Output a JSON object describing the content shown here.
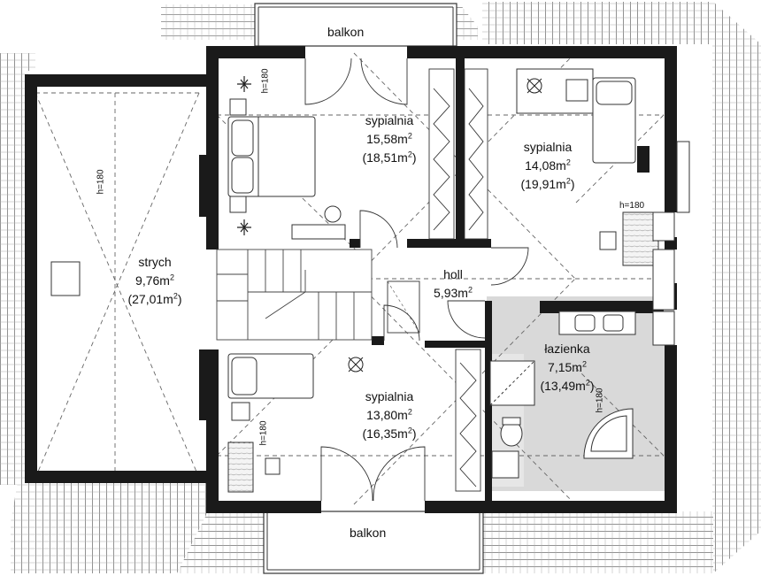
{
  "plan": {
    "rooms": [
      {
        "id": "strych",
        "name": "strych",
        "area": "9,76m",
        "total_area": "(27,01m",
        "suffix": ")"
      },
      {
        "id": "sypialnia-1",
        "name": "sypialnia",
        "area": "15,58m",
        "total_area": "(18,51m",
        "suffix": ")"
      },
      {
        "id": "sypialnia-2",
        "name": "sypialnia",
        "area": "14,08m",
        "total_area": "(19,91m",
        "suffix": ")"
      },
      {
        "id": "holl",
        "name": "holl",
        "area": "5,93m",
        "total_area": "",
        "suffix": ""
      },
      {
        "id": "lazienka",
        "name": "łazienka",
        "area": "7,15m",
        "total_area": "(13,49m",
        "suffix": ")"
      },
      {
        "id": "sypialnia-3",
        "name": "sypialnia",
        "area": "13,80m",
        "total_area": "(16,35m",
        "suffix": ")"
      }
    ],
    "square_exponent": "2",
    "height_mark": "h=180",
    "balcony_top": "balkon",
    "balcony_bottom": "balkon"
  }
}
